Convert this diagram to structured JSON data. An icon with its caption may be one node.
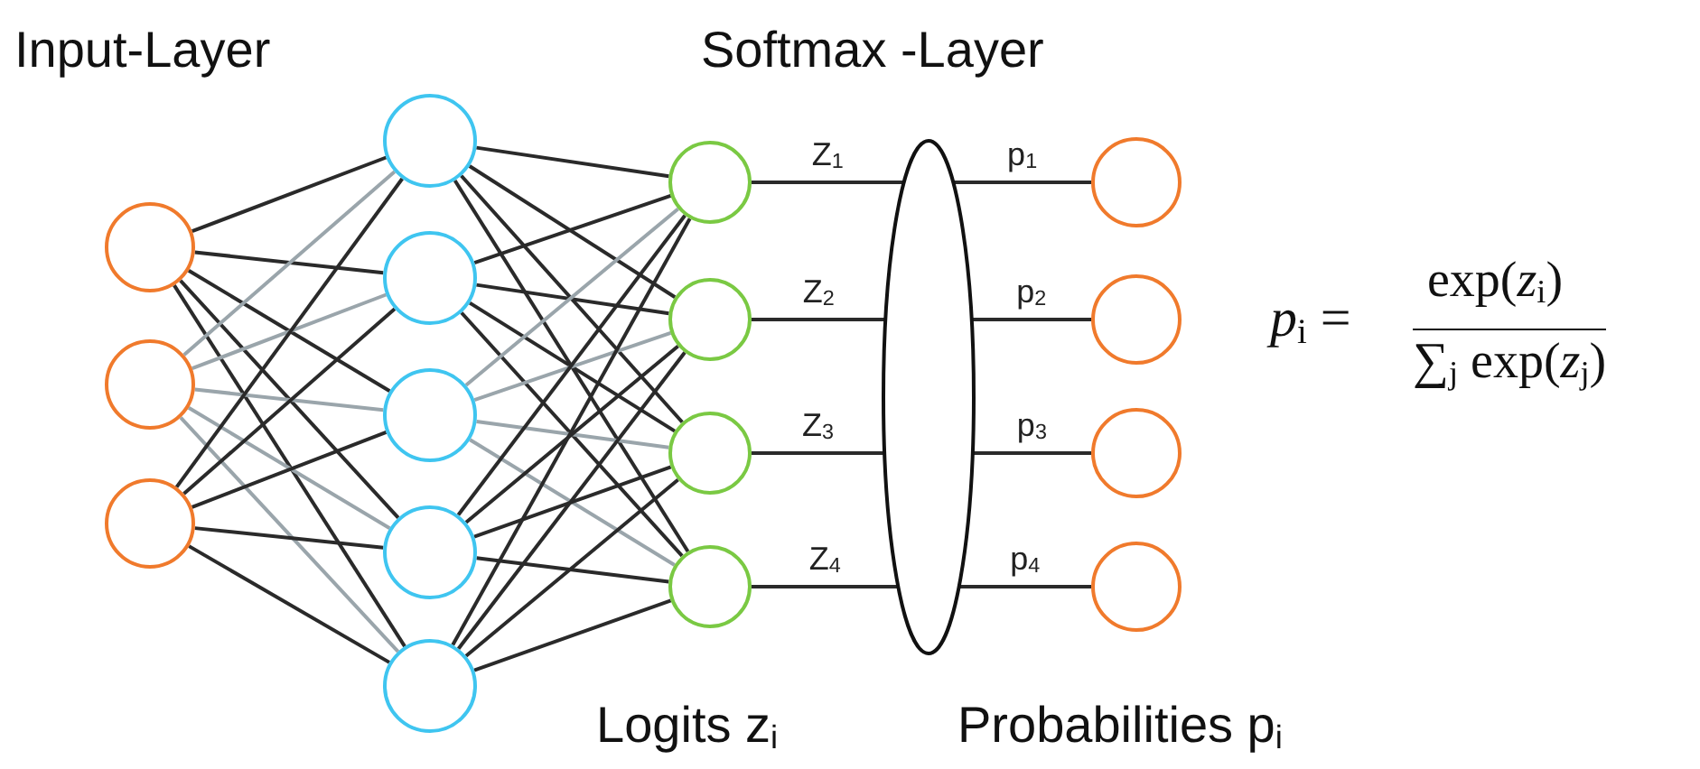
{
  "diagram": {
    "nodes": [
      {
        "text": [],
        "shape": "circle"
      },
      {
        "text": [],
        "shape": "circle"
      },
      {
        "text": [],
        "shape": "circle"
      },
      {
        "text": [],
        "shape": "circle"
      },
      {
        "text": [],
        "shape": "circle"
      },
      {
        "text": [],
        "shape": "circle"
      },
      {
        "text": [],
        "shape": "circle"
      },
      {
        "text": [],
        "shape": "circle"
      },
      {
        "text": [],
        "shape": "circle"
      },
      {
        "text": [],
        "shape": "circle"
      },
      {
        "text": [],
        "shape": "circle"
      },
      {
        "text": [],
        "shape": "circle"
      },
      {
        "text": [],
        "shape": "ellipse"
      },
      {
        "text": [],
        "shape": "circle"
      },
      {
        "text": [],
        "shape": "circle"
      },
      {
        "text": [],
        "shape": "circle"
      },
      {
        "text": [],
        "shape": "circle"
      }
    ],
    "edges": [
      {
        "from": 0,
        "to": 3,
        "arrow": "none"
      },
      {
        "from": 0,
        "to": 4,
        "arrow": "none"
      },
      {
        "from": 0,
        "to": 5,
        "arrow": "none"
      },
      {
        "from": 0,
        "to": 6,
        "arrow": "none"
      },
      {
        "from": 0,
        "to": 7,
        "arrow": "none"
      },
      {
        "from": 1,
        "to": 3,
        "arrow": "none",
        "color": "#9aa5ab"
      },
      {
        "from": 1,
        "to": 4,
        "arrow": "none",
        "color": "#9aa5ab"
      },
      {
        "from": 1,
        "to": 5,
        "arrow": "none",
        "color": "#9aa5ab"
      },
      {
        "from": 1,
        "to": 6,
        "arrow": "none",
        "color": "#9aa5ab"
      },
      {
        "from": 1,
        "to": 7,
        "arrow": "none",
        "color": "#9aa5ab"
      },
      {
        "from": 2,
        "to": 3,
        "arrow": "none"
      },
      {
        "from": 2,
        "to": 4,
        "arrow": "none"
      },
      {
        "from": 2,
        "to": 5,
        "arrow": "none"
      },
      {
        "from": 2,
        "to": 6,
        "arrow": "none"
      },
      {
        "from": 2,
        "to": 7,
        "arrow": "none"
      },
      {
        "from": 3,
        "to": 8,
        "arrow": "none"
      },
      {
        "from": 3,
        "to": 9,
        "arrow": "none"
      },
      {
        "from": 3,
        "to": 10,
        "arrow": "none"
      },
      {
        "from": 3,
        "to": 11,
        "arrow": "none"
      },
      {
        "from": 4,
        "to": 8,
        "arrow": "none"
      },
      {
        "from": 4,
        "to": 9,
        "arrow": "none"
      },
      {
        "from": 4,
        "to": 10,
        "arrow": "none"
      },
      {
        "from": 4,
        "to": 11,
        "arrow": "none"
      },
      {
        "from": 5,
        "to": 8,
        "arrow": "none",
        "color": "#9aa5ab"
      },
      {
        "from": 5,
        "to": 9,
        "arrow": "none",
        "color": "#9aa5ab"
      },
      {
        "from": 5,
        "to": 10,
        "arrow": "none",
        "color": "#9aa5ab"
      },
      {
        "from": 5,
        "to": 11,
        "arrow": "none",
        "color": "#9aa5ab"
      },
      {
        "from": 6,
        "to": 8,
        "arrow": "none"
      },
      {
        "from": 6,
        "to": 9,
        "arrow": "none"
      },
      {
        "from": 6,
        "to": 10,
        "arrow": "none"
      },
      {
        "from": 6,
        "to": 11,
        "arrow": "none"
      },
      {
        "from": 7,
        "to": 8,
        "arrow": "none"
      },
      {
        "from": 7,
        "to": 9,
        "arrow": "none"
      },
      {
        "from": 7,
        "to": 10,
        "arrow": "none"
      },
      {
        "from": 7,
        "to": 11,
        "arrow": "none"
      },
      {
        "from": 8,
        "to": 12,
        "arrow": "none",
        "label": "Z$_{1}$"
      },
      {
        "from": 9,
        "to": 12,
        "arrow": "none",
        "label": "Z$_{2}$"
      },
      {
        "from": 10,
        "to": 12,
        "arrow": "none",
        "label": "Z$_{3}$"
      },
      {
        "from": 11,
        "to": 12,
        "arrow": "none",
        "label": "Z$_{4}$"
      },
      {
        "from": 12,
        "to": 13,
        "arrow": "none",
        "label": "p$_{1}$"
      },
      {
        "from": 12,
        "to": 14,
        "arrow": "none",
        "label": "p$_{2}$"
      },
      {
        "from": 12,
        "to": 15,
        "arrow": "none",
        "label": "p$_{3}$"
      },
      {
        "from": 12,
        "to": 16,
        "arrow": "none",
        "label": "p$_{4}$"
      }
    ],
    "labels": [
      "Input-Layer",
      "Softmax -Layer",
      "Logits z$_{i}$",
      "Probabilities p$_{i}$",
      "*p*$_{i}$ =",
      "exp(*z*$_{i}$)",
      "∑$_{j}$ exp(*z*$_{j}$)"
    ]
  }
}
